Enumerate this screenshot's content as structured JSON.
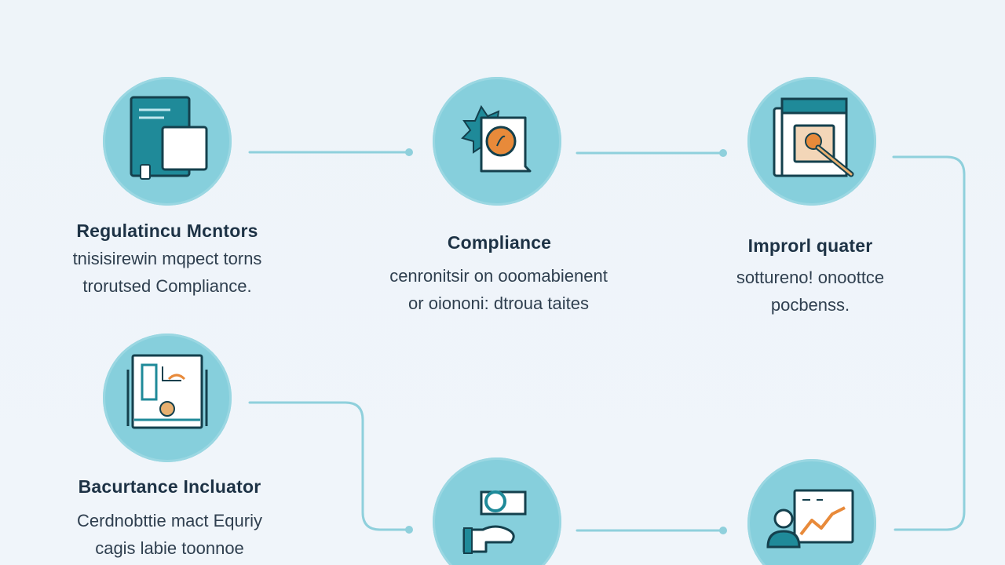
{
  "colors": {
    "background": "#eef3f8",
    "circle": "#86cfdc",
    "connector": "#8fd0dc",
    "title": "#1d3245",
    "text": "#2f3f4f",
    "accent_teal": "#1f8a99",
    "accent_orange": "#e88a3a"
  },
  "steps": [
    {
      "icon": "document-stack-icon",
      "title": "Regulatincu Mcntors",
      "desc_line1": "tnisisirewin mqpect torns",
      "desc_line2": "trorutsed Compliance."
    },
    {
      "icon": "certificate-seal-icon",
      "title": "Compliance",
      "desc_line1": "cenronitsir on ooomabienent",
      "desc_line2": "or oiononi: dtroua taites"
    },
    {
      "icon": "inspection-tool-icon",
      "title": "Improrl quater",
      "desc_line1": "sottureno! onoottce",
      "desc_line2": "pocbenss."
    },
    {
      "icon": "blueprint-board-icon",
      "title": "Bacurtance Incluator",
      "desc_line1": "Cerdnobttie mact Equriy",
      "desc_line2": "cagis labie toonnoe"
    },
    {
      "icon": "handshake-icon",
      "title": "",
      "desc_line1": "",
      "desc_line2": ""
    },
    {
      "icon": "presentation-chart-icon",
      "title": "",
      "desc_line1": "",
      "desc_line2": ""
    }
  ]
}
